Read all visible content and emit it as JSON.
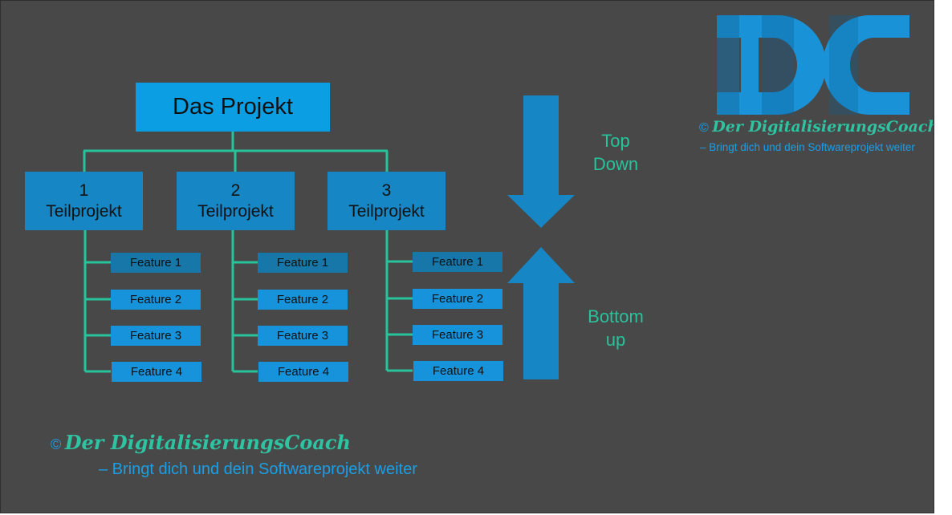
{
  "diagram": {
    "root": {
      "label": "Das Projekt"
    },
    "subprojects": [
      {
        "number": "1",
        "label": "Teilprojekt",
        "features": [
          "Feature 1",
          "Feature 2",
          "Feature 3",
          "Feature 4"
        ]
      },
      {
        "number": "2",
        "label": "Teilprojekt",
        "features": [
          "Feature 1",
          "Feature 2",
          "Feature 3",
          "Feature 4"
        ]
      },
      {
        "number": "3",
        "label": "Teilprojekt",
        "features": [
          "Feature 1",
          "Feature 2",
          "Feature 3",
          "Feature 4"
        ]
      }
    ],
    "arrows": {
      "top_down": {
        "line1": "Top",
        "line2": "Down"
      },
      "bottom_up": {
        "line1": "Bottom",
        "line2": "up"
      }
    }
  },
  "branding": {
    "logo_letters": "DC",
    "copyright_symbol": "©",
    "name": "Der DigitalisierungsCoach",
    "tagline": "– Bringt dich und dein Softwareprojekt weiter"
  },
  "colors": {
    "background": "#484848",
    "connector": "#27c39b",
    "root_box": "#0b9ee3",
    "sub_box": "#1686c4",
    "feature_first": "#1877a9",
    "feature_other": "#1693db",
    "arrow": "#1686c4"
  }
}
